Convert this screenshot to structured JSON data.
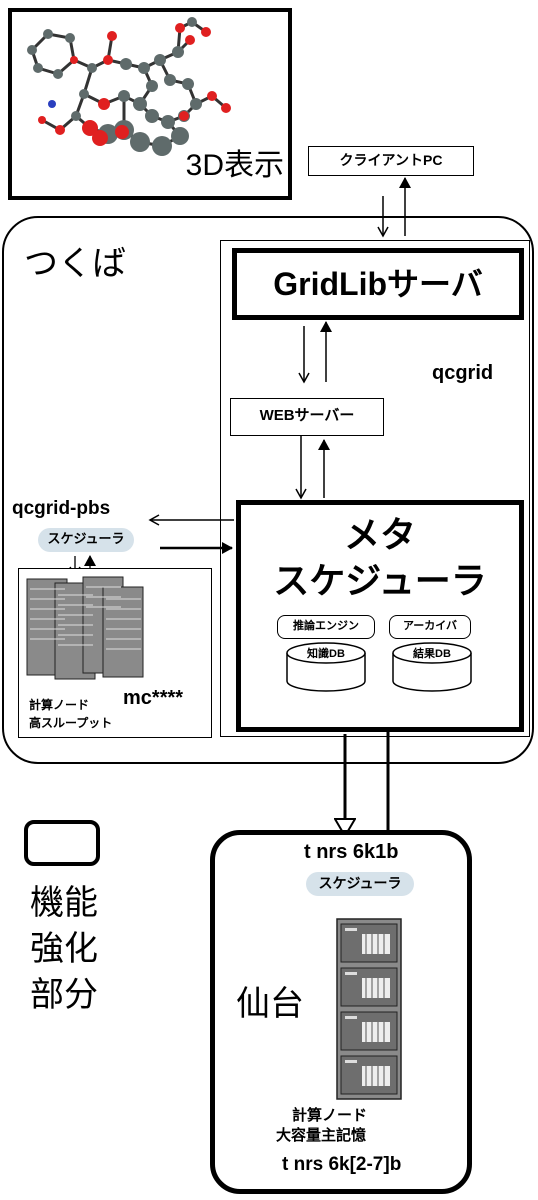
{
  "viewer": {
    "label": "3D表示"
  },
  "client": {
    "label": "クライアントPC"
  },
  "tsukuba": {
    "label": "つくば",
    "gridlib": "GridLibサーバ",
    "qcgrid": "qcgrid",
    "web": "WEBサーバー",
    "qcgrid_pbs": "qcgrid-pbs",
    "scheduler": "スケジューラ",
    "meta_line1": "メタ",
    "meta_line2": "スケジューラ",
    "inference": "推論エンジン",
    "archive": "アーカイバ",
    "knowledge_db": "知識DB",
    "result_db": "結果DB",
    "node_label1": "計算ノード",
    "node_label2": "高スループット",
    "node_name": "mc****"
  },
  "legend": {
    "lines": [
      "機能",
      "強化",
      "部分"
    ]
  },
  "sendai": {
    "label": "仙台",
    "host": "t nrs 6k1b",
    "scheduler": "スケジューラ",
    "node_label1": "計算ノード",
    "node_label2": "大容量主記憶",
    "node_name": "t nrs 6k[2-7]b"
  },
  "colors": {
    "pill": "#d6e2ea",
    "rack": "#8a8a8a",
    "atom_red": "#e02020",
    "atom_gray": "#5f6b6b"
  }
}
